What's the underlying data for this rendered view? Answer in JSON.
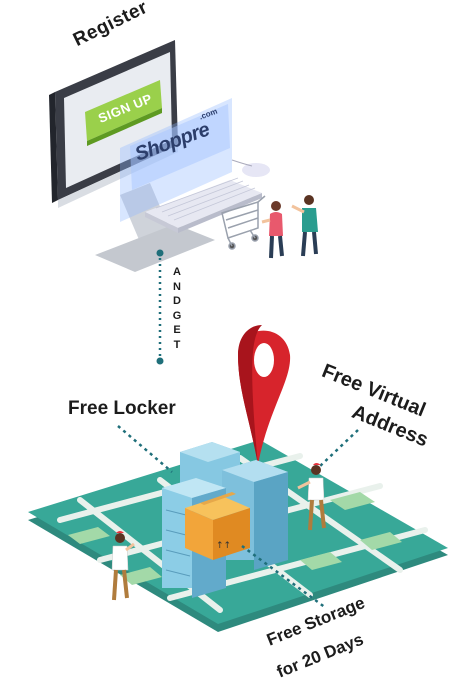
{
  "labels": {
    "register": "Register",
    "sign_up": "SIGN UP",
    "brand": "Shoppre",
    "brand_suffix": ".com",
    "and_get": "ANDGET",
    "free_locker": "Free Locker",
    "free_virtual_line1": "Free Virtual",
    "free_virtual_line2": "Address",
    "free_storage_line1": "Free Storage",
    "free_storage_line2": "for 20 Days"
  },
  "colors": {
    "teal_dot": "#1f6f7a",
    "pin_red": "#d7242c",
    "map_teal": "#3aa99a",
    "building_blue": "#7fc4e0",
    "box_orange": "#f2a53a",
    "signup_green": "#8bc53f"
  }
}
